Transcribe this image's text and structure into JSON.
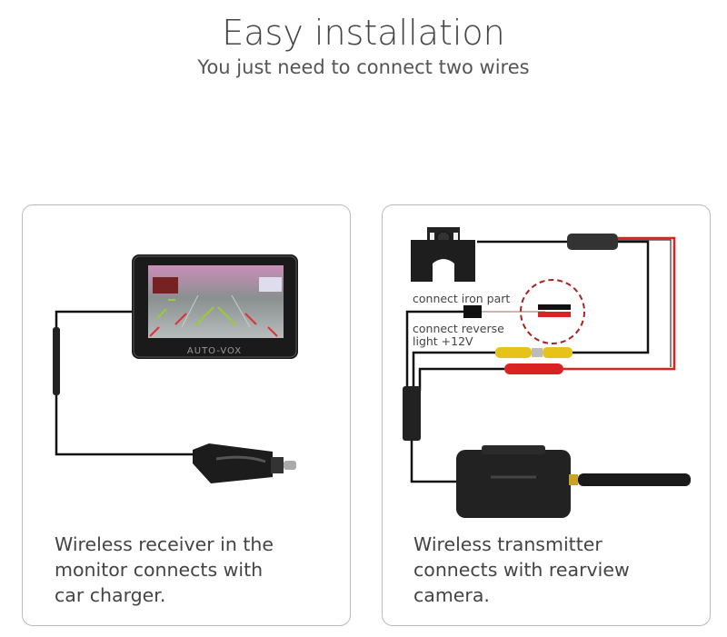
{
  "header": {
    "title": "Easy installation",
    "subtitle": "You just need to connect two wires"
  },
  "left_panel": {
    "brand": "AUTO-VOX",
    "caption": [
      "Wireless receiver in the",
      "monitor connects with",
      "car charger."
    ]
  },
  "right_panel": {
    "label_iron": "connect iron part",
    "label_reverse": [
      "connect reverse",
      "light +12V"
    ],
    "caption": [
      "Wireless transmitter",
      "connects with rearview",
      "camera."
    ]
  }
}
